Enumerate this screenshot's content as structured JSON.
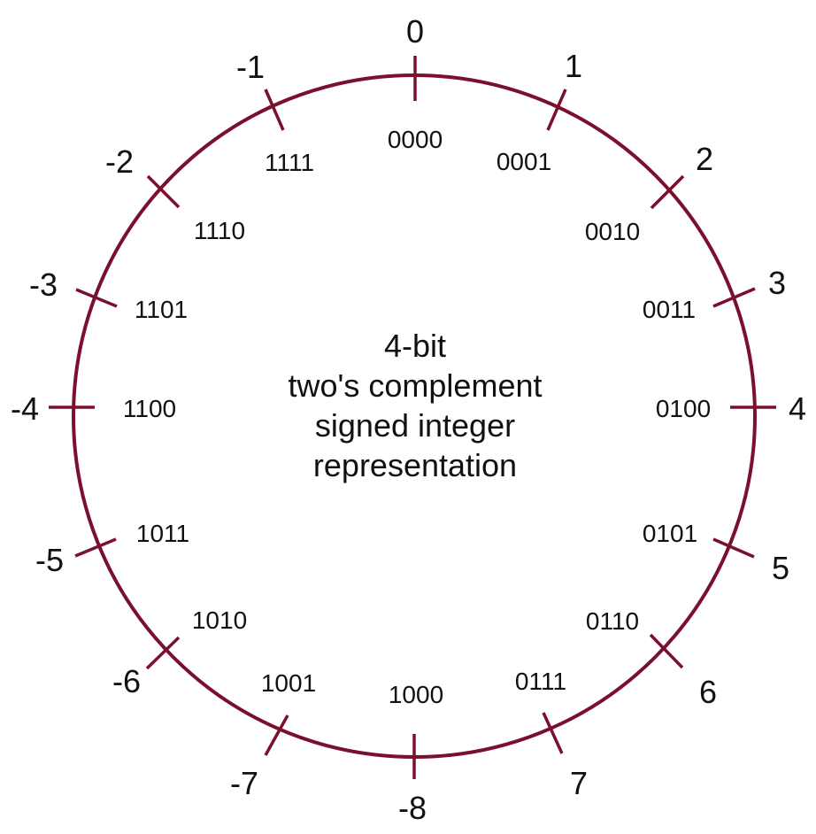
{
  "diagram": {
    "type": "circular-number-wheel",
    "stroke_color": "#7a0f2e",
    "center_text": {
      "line1": "4-bit",
      "line2": "two's complement",
      "line3": "signed integer",
      "line4": "representation"
    },
    "positions": [
      {
        "decimal": "0",
        "binary": "0000"
      },
      {
        "decimal": "1",
        "binary": "0001"
      },
      {
        "decimal": "2",
        "binary": "0010"
      },
      {
        "decimal": "3",
        "binary": "0011"
      },
      {
        "decimal": "4",
        "binary": "0100"
      },
      {
        "decimal": "5",
        "binary": "0101"
      },
      {
        "decimal": "6",
        "binary": "0110"
      },
      {
        "decimal": "7",
        "binary": "0111"
      },
      {
        "decimal": "-8",
        "binary": "1000"
      },
      {
        "decimal": "-7",
        "binary": "1001"
      },
      {
        "decimal": "-6",
        "binary": "1010"
      },
      {
        "decimal": "-5",
        "binary": "1011"
      },
      {
        "decimal": "-4",
        "binary": "1100"
      },
      {
        "decimal": "-3",
        "binary": "1101"
      },
      {
        "decimal": "-2",
        "binary": "1110"
      },
      {
        "decimal": "-1",
        "binary": "1111"
      }
    ]
  }
}
